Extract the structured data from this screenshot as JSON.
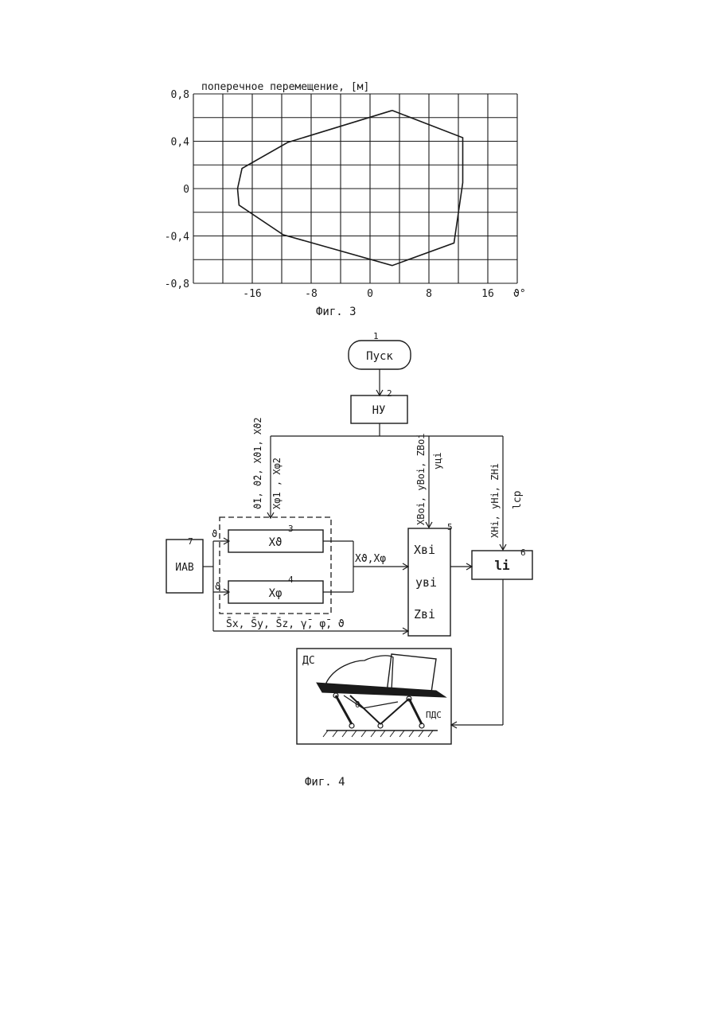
{
  "fig3": {
    "caption": "Фиг. 3",
    "chart_data": {
      "type": "line",
      "title": "поперечное перемещение, [м]",
      "xlabel": "ϑ°",
      "ylabel": "",
      "xlim": [
        -24,
        20
      ],
      "ylim": [
        -0.8,
        0.8
      ],
      "xticks": [
        -16,
        -8,
        0,
        8,
        16
      ],
      "xtick_labels": [
        "-16",
        "-8",
        "0",
        "8",
        "16"
      ],
      "yticks": [
        -0.8,
        -0.4,
        0,
        0.4,
        0.8
      ],
      "ytick_labels": [
        "-0,8",
        "-0,4",
        "0",
        "0,4",
        "0,8"
      ],
      "grid": true,
      "series": [
        {
          "x": [
            3,
            12.6,
            12.6,
            11.4,
            3,
            -11.8,
            -17.8,
            -18,
            -17.4,
            -11.2,
            3
          ],
          "y": [
            0.66,
            0.43,
            0.05,
            -0.46,
            -0.65,
            -0.39,
            -0.14,
            0,
            0.17,
            0.39,
            0.66
          ]
        }
      ]
    }
  },
  "fig4": {
    "caption": "Фиг. 4",
    "blocks": {
      "start": {
        "label": "Пуск",
        "num": "1"
      },
      "nu": {
        "label": "НУ",
        "num": "2"
      },
      "x_theta": {
        "label": "Xϑ",
        "num": "3"
      },
      "x_phi": {
        "label": "Xφ",
        "num": "4"
      },
      "compute": {
        "lines": [
          "Xвi",
          "yвi",
          "Zвi"
        ],
        "num": "5"
      },
      "length": {
        "label": "li",
        "num": "6"
      },
      "iav": {
        "label": "ИАВ",
        "num": "7"
      }
    },
    "signals": {
      "left_input": "ϑ̄1, ϑ̄2, Xϑ1, Xϑ2",
      "left_input_2": "Xφ1 , Xφ2",
      "mid_input": "XBoi, yBoi, ZBoi",
      "mid_input_2": "yцi",
      "right_input": "XHi, yHi, ZHi",
      "right_input_2": "lcp",
      "theta_in": "ϑ",
      "theta_in_2": "ϑ",
      "outputs_34": "Xϑ,Xφ",
      "bottom_bus": "S̄x, S̄y, S̄z, γ̄, φ̄, ϑ"
    },
    "simulator": {
      "label": "ДС",
      "platform": "ПДС",
      "mark": "θ"
    }
  }
}
